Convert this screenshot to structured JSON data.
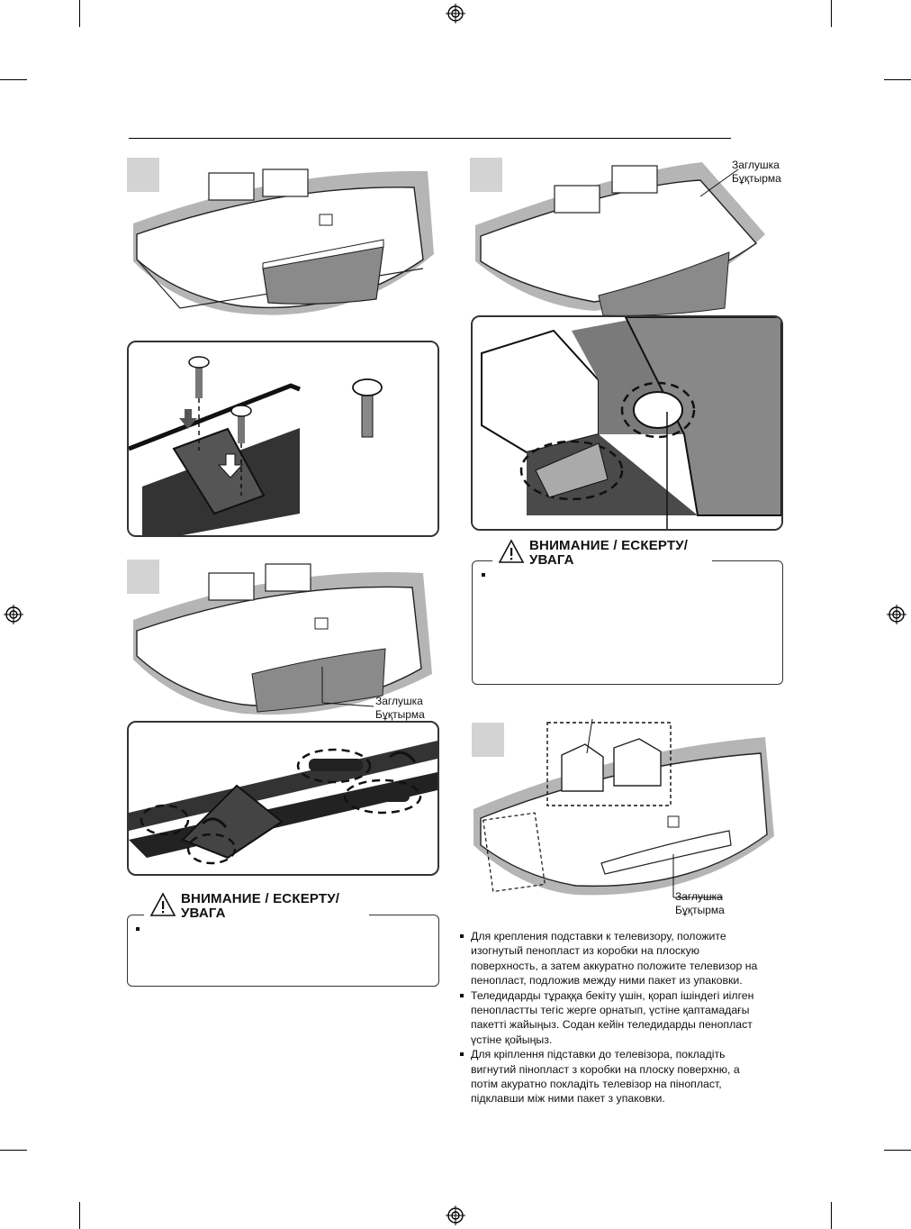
{
  "figures": {
    "step2": {
      "callout": [
        "Заглушка",
        "Бұқтырма"
      ]
    },
    "step3": {
      "callout": [
        "Заглушка",
        "Бұқтырма"
      ]
    },
    "step4": {
      "callout": [
        "Заглушка",
        "Бұқтырма"
      ]
    }
  },
  "caution_right": {
    "title_line1": "ВНИМАНИЕ / ЕСКЕРТУ/",
    "title_line2": "УВАГА"
  },
  "caution_left": {
    "title_line1": "ВНИМАНИЕ / ЕСКЕРТУ/",
    "title_line2": "УВАГА"
  },
  "notes": [
    "Для крепления подставки к телевизору, положите изогнутый пенопласт из коробки на плоскую поверхность, а затем аккуратно положите телевизор на пенопласт, подложив между ними пакет из упаковки.",
    "Теледидарды тұраққа бекіту үшін, қорап ішіндегі иілген пенопластты тегіс жерге орнатып, үстіне қаптамадағы пакетті жайыңыз. Содан кейін теледидарды пенопласт үстіне қойыңыз.",
    "Для кріплення підставки до телевізора, покладіть вигнутий пінопласт з коробки на плоску поверхню, а потім акуратно покладіть телевізор на пінопласт, підклавши між ними пакет з упаковки."
  ],
  "icons": [
    "registration-mark-icon",
    "warning-triangle-icon",
    "screw-icon"
  ]
}
